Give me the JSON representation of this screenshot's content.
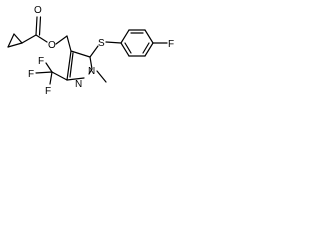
{
  "molecule": {
    "atoms": {
      "ester_oxygen_carbonyl": "O",
      "ester_oxygen_bridge": "O",
      "sulfur": "S",
      "fluorine_aryl": "F",
      "nitrogen_n1": "N",
      "nitrogen_n2": "N",
      "fluorine_cf3_top": "F",
      "fluorine_cf3_left": "F",
      "fluorine_cf3_bottom": "F"
    },
    "n_methyl_bond_end": "methyl"
  }
}
